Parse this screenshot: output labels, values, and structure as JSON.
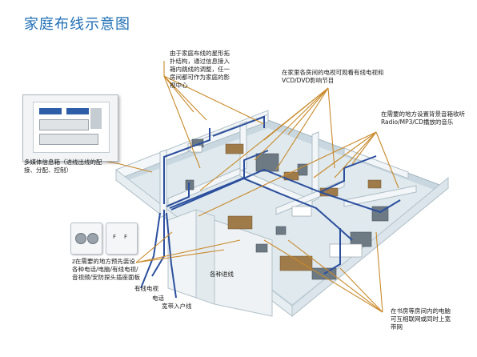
{
  "title": "家庭布线示意图",
  "notes": {
    "structure": "由于家庭布线的星形拓扑结构，通过信息接入箱内跳线的调整，任一房间都可作为家庭的影视中心",
    "tv": "在家里各房间的电视可观看有线电视和VCD/DVD影响节目",
    "audio": "在需要的地方设置背景音箱收听Radio/MP3/CD播放的音乐",
    "box": "多媒体信息箱（进线出线的配接、分配、控制）",
    "sockets": "z在需要的地方预先装设各种电话/电脑/有线电视/音视频/安防探头插座面板",
    "cables_all": "各种进线",
    "cable_tv": "有线电视",
    "phone": "电话",
    "broadband": "宽带入户线",
    "network": "在书房等房间内的电脑可互相联网或同时上宽带网"
  },
  "colors": {
    "title": "#1f6fb5",
    "leader": "#c98a2a",
    "wire": "#2b4f9e",
    "wall": "#eef3f6",
    "floor": "#d9e6ec"
  }
}
